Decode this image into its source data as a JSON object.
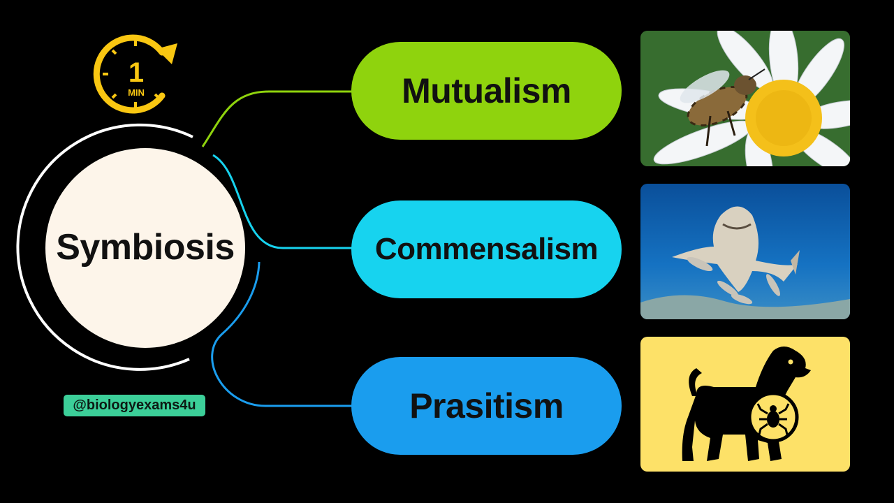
{
  "center": {
    "label": "Symbiosis"
  },
  "timer": {
    "number": "1",
    "unit": "MIN"
  },
  "branches": [
    {
      "label": "Mutualism",
      "color": "#8fd30d",
      "image": "bee-on-daisy"
    },
    {
      "label": "Commensalism",
      "color": "#17d3ef",
      "image": "shark-with-remoras"
    },
    {
      "label": "Prasitism",
      "color": "#1a9dee",
      "image": "dog-with-tick"
    }
  ],
  "handle": "@biologyexams4u",
  "colors": {
    "background": "#000000",
    "center_fill": "#fdf5ea",
    "timer": "#f9c712",
    "dog_panel": "#fde168"
  }
}
